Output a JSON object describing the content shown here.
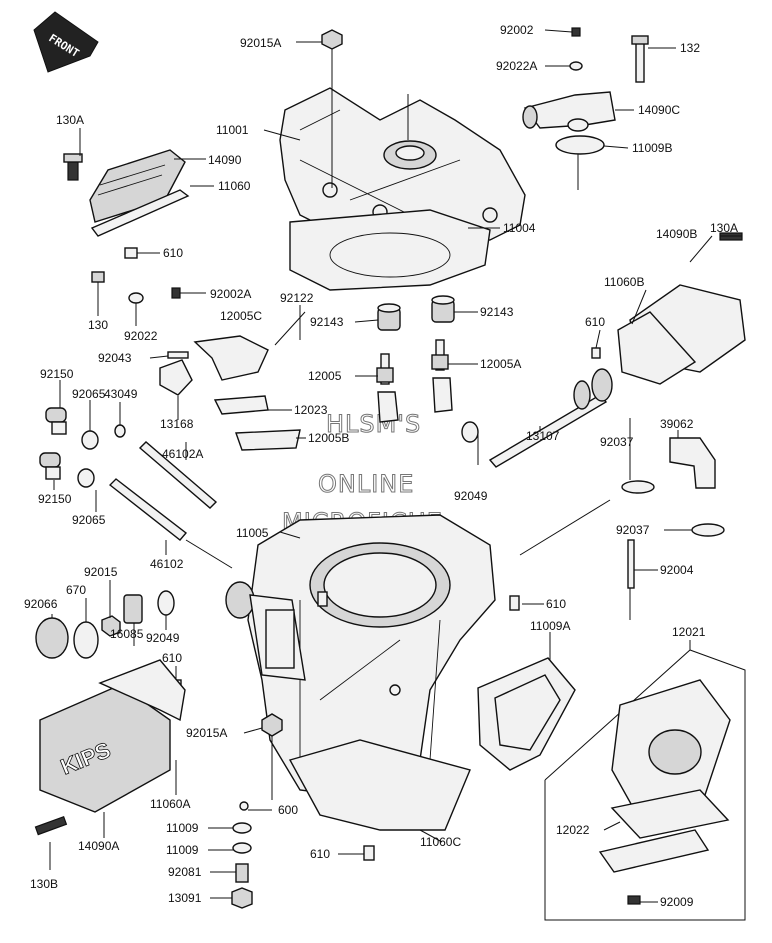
{
  "front_label": "FRONT",
  "watermark": [
    "HLSM'S",
    "ONLINE",
    "MICROFICHE"
  ],
  "cover_text": "KIPS",
  "labels": {
    "l92015A_top": "92015A",
    "l92002": "92002",
    "l132": "132",
    "l92022A": "92022A",
    "l14090C": "14090C",
    "l11009B": "11009B",
    "l130A_left": "130A",
    "l11001": "11001",
    "l14090_top": "14090",
    "l11060": "11060",
    "l610_top": "610",
    "l11004": "11004",
    "l130A_right": "130A",
    "l14090B": "14090B",
    "l11060B": "11060B",
    "l92002A": "92002A",
    "l92122": "92122",
    "l12005C": "12005C",
    "l92143_left": "92143",
    "l92143_right": "92143",
    "l130": "130",
    "l92022": "92022",
    "l92043": "92043",
    "l610_mid": "610",
    "l92150_top": "92150",
    "l92065_top": "92065",
    "l43049": "43049",
    "l12005": "12005",
    "l12005A": "12005A",
    "l12023": "12023",
    "l13168": "13168",
    "l12005B": "12005B",
    "l39062": "39062",
    "l46102A": "46102A",
    "l92037_top": "92037",
    "l13107": "13107",
    "l92150_bot": "92150",
    "l92065_bot": "92065",
    "l92049_right": "92049",
    "l11005": "11005",
    "l92037_bot": "92037",
    "l46102": "46102",
    "l92004": "92004",
    "l92015": "92015",
    "l670": "670",
    "l92066": "92066",
    "l610_right": "610",
    "l16085": "16085",
    "l92049_left": "92049",
    "l11009A": "11009A",
    "l12021": "12021",
    "l610_left": "610",
    "l92015A_mid": "92015A",
    "l11060A": "11060A",
    "l600": "600",
    "l11009_a": "11009",
    "l11009_b": "11009",
    "l12022": "12022",
    "l14090A": "14090A",
    "l610_bot": "610",
    "l11060C": "11060C",
    "l92081": "92081",
    "l130B": "130B",
    "l13091": "13091",
    "l92009": "92009"
  }
}
